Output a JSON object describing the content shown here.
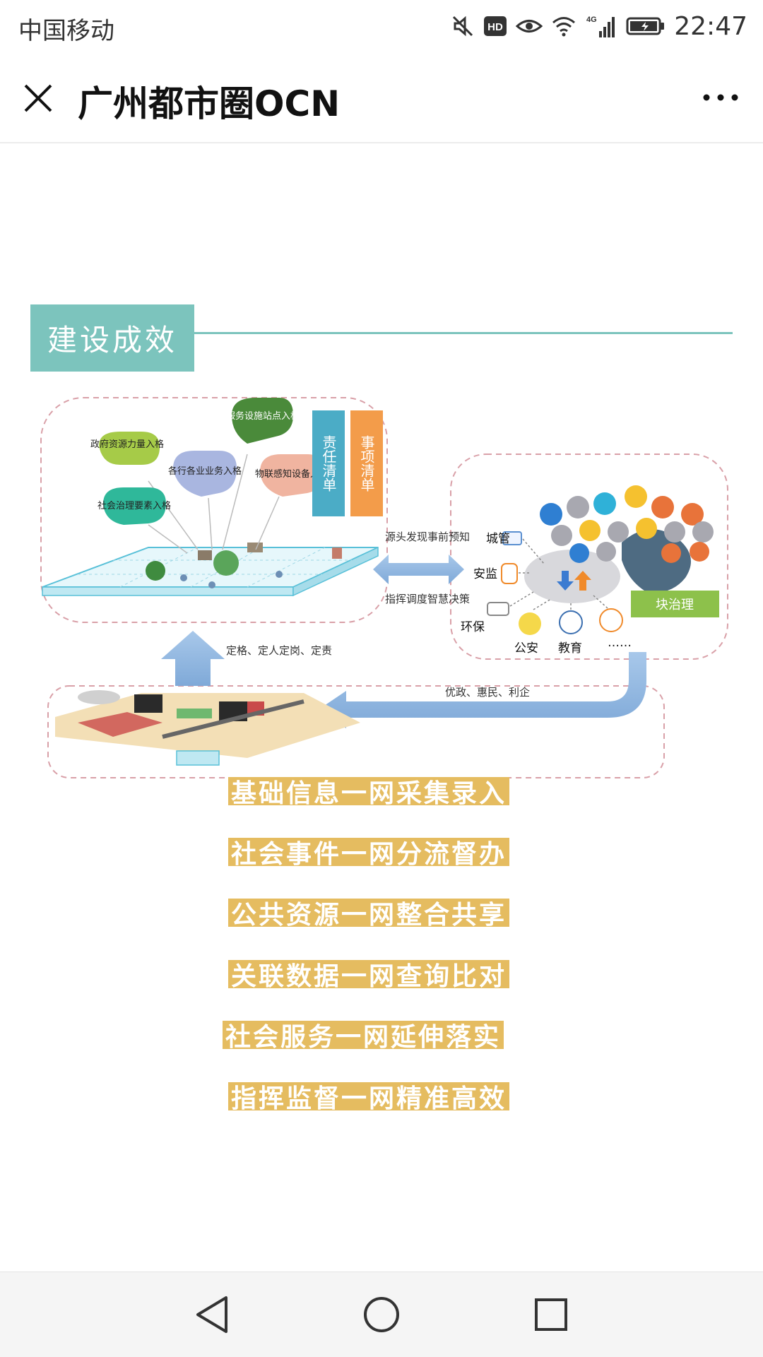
{
  "status_bar": {
    "carrier": "中国移动",
    "hd_badge": "HD",
    "network": "4G",
    "time": "22:47",
    "icons": [
      "mute-icon",
      "hd-icon",
      "eye-icon",
      "wifi-icon",
      "signal-icon",
      "battery-icon"
    ]
  },
  "header": {
    "title": "广州都市圈OCN",
    "close_icon": "close-icon",
    "more_icon": "more-icon"
  },
  "section": {
    "title": "建设成效"
  },
  "diagram": {
    "grid_balloons": [
      "政府资源力量入格",
      "各行各业业务入格",
      "服务设施站点入格",
      "物联感知设备入格",
      "社会治理要素入格"
    ],
    "vertical_labels": [
      "责任清单",
      "事项清单"
    ],
    "middle_labels": [
      "源头发现事前预知",
      "指挥调度智慧决策"
    ],
    "departments": [
      "城管",
      "安监",
      "环保",
      "公安",
      "教育",
      "……"
    ],
    "block_governance": "块治理",
    "lower_left_label": "定格、定人定岗、定责",
    "bottom_arrow_label": "优政、惠民、利企"
  },
  "tags": [
    "基础信息一网采集录入",
    "社会事件一网分流督办",
    "公共资源一网整合共享",
    "关联数据一网查询比对",
    "社会服务一网延伸落实",
    "指挥监督一网精准高效"
  ],
  "colors": {
    "teal": "#7cc4bd",
    "tag_gold": "#e5bc60",
    "blue_label": "#4bacc6",
    "orange_label": "#f39c4a",
    "green_label": "#8dc14b"
  },
  "nav": {
    "back_icon": "back-triangle-icon",
    "home_icon": "home-circle-icon",
    "recent_icon": "recent-square-icon"
  }
}
